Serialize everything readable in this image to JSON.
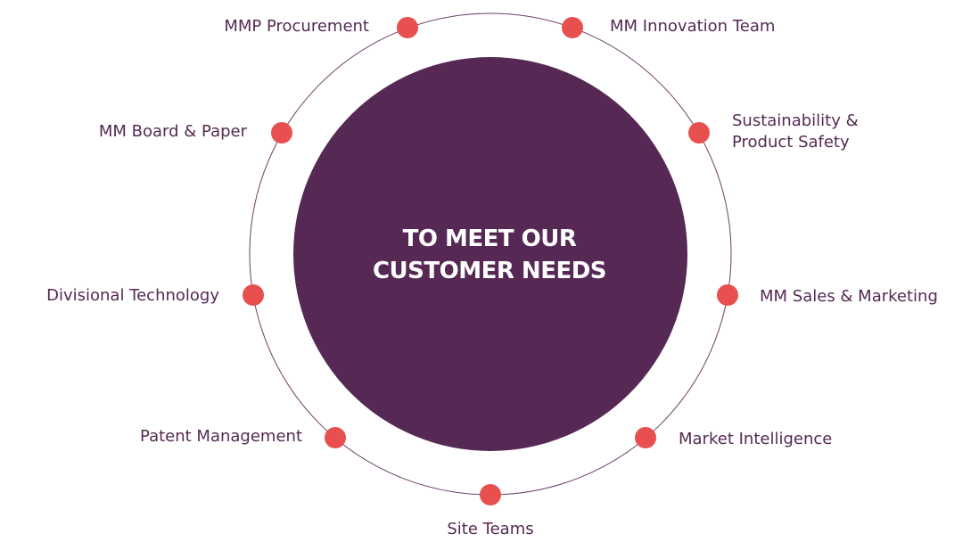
{
  "center": {
    "line1": "TO MEET OUR",
    "line2": "CUSTOMER NEEDS"
  },
  "nodes": [
    {
      "label": "MMP Procurement"
    },
    {
      "label": "MM Innovation Team"
    },
    {
      "label": "Sustainability &\nProduct Safety"
    },
    {
      "label": "MM Sales & Marketing"
    },
    {
      "label": "Market Intelligence"
    },
    {
      "label": "Site Teams"
    },
    {
      "label": "Patent Management"
    },
    {
      "label": "Divisional Technology"
    },
    {
      "label": "MM Board & Paper"
    }
  ],
  "colors": {
    "center_fill": "#562955",
    "ring_stroke": "#6b3f68",
    "node_dot": "#e8504f",
    "label_text": "#542a52",
    "center_text": "#ffffff"
  }
}
